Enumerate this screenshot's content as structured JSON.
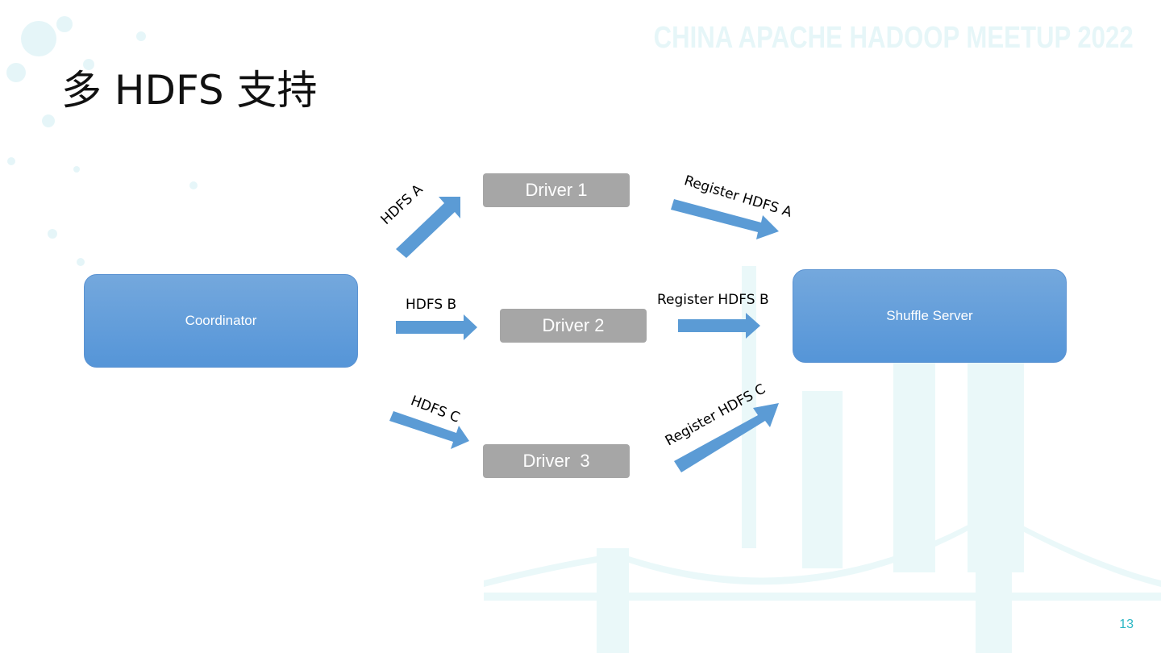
{
  "header": {
    "watermark": "CHINA APACHE HADOOP MEETUP 2022",
    "title": "多 HDFS 支持"
  },
  "diagram": {
    "coordinator": "Coordinator",
    "shuffle_server": "Shuffle Server",
    "drivers": [
      "Driver 1",
      "Driver 2",
      "Driver  3"
    ],
    "hdfs_labels": [
      "HDFS A",
      "HDFS B",
      "HDFS C"
    ],
    "register_labels": [
      "Register HDFS A",
      "Register HDFS B",
      "Register HDFS C"
    ]
  },
  "footer": {
    "page_number": "13"
  },
  "colors": {
    "accent_blue": "#5b9bd5",
    "driver_gray": "#a6a6a6",
    "page_number": "#2bb7c4"
  }
}
